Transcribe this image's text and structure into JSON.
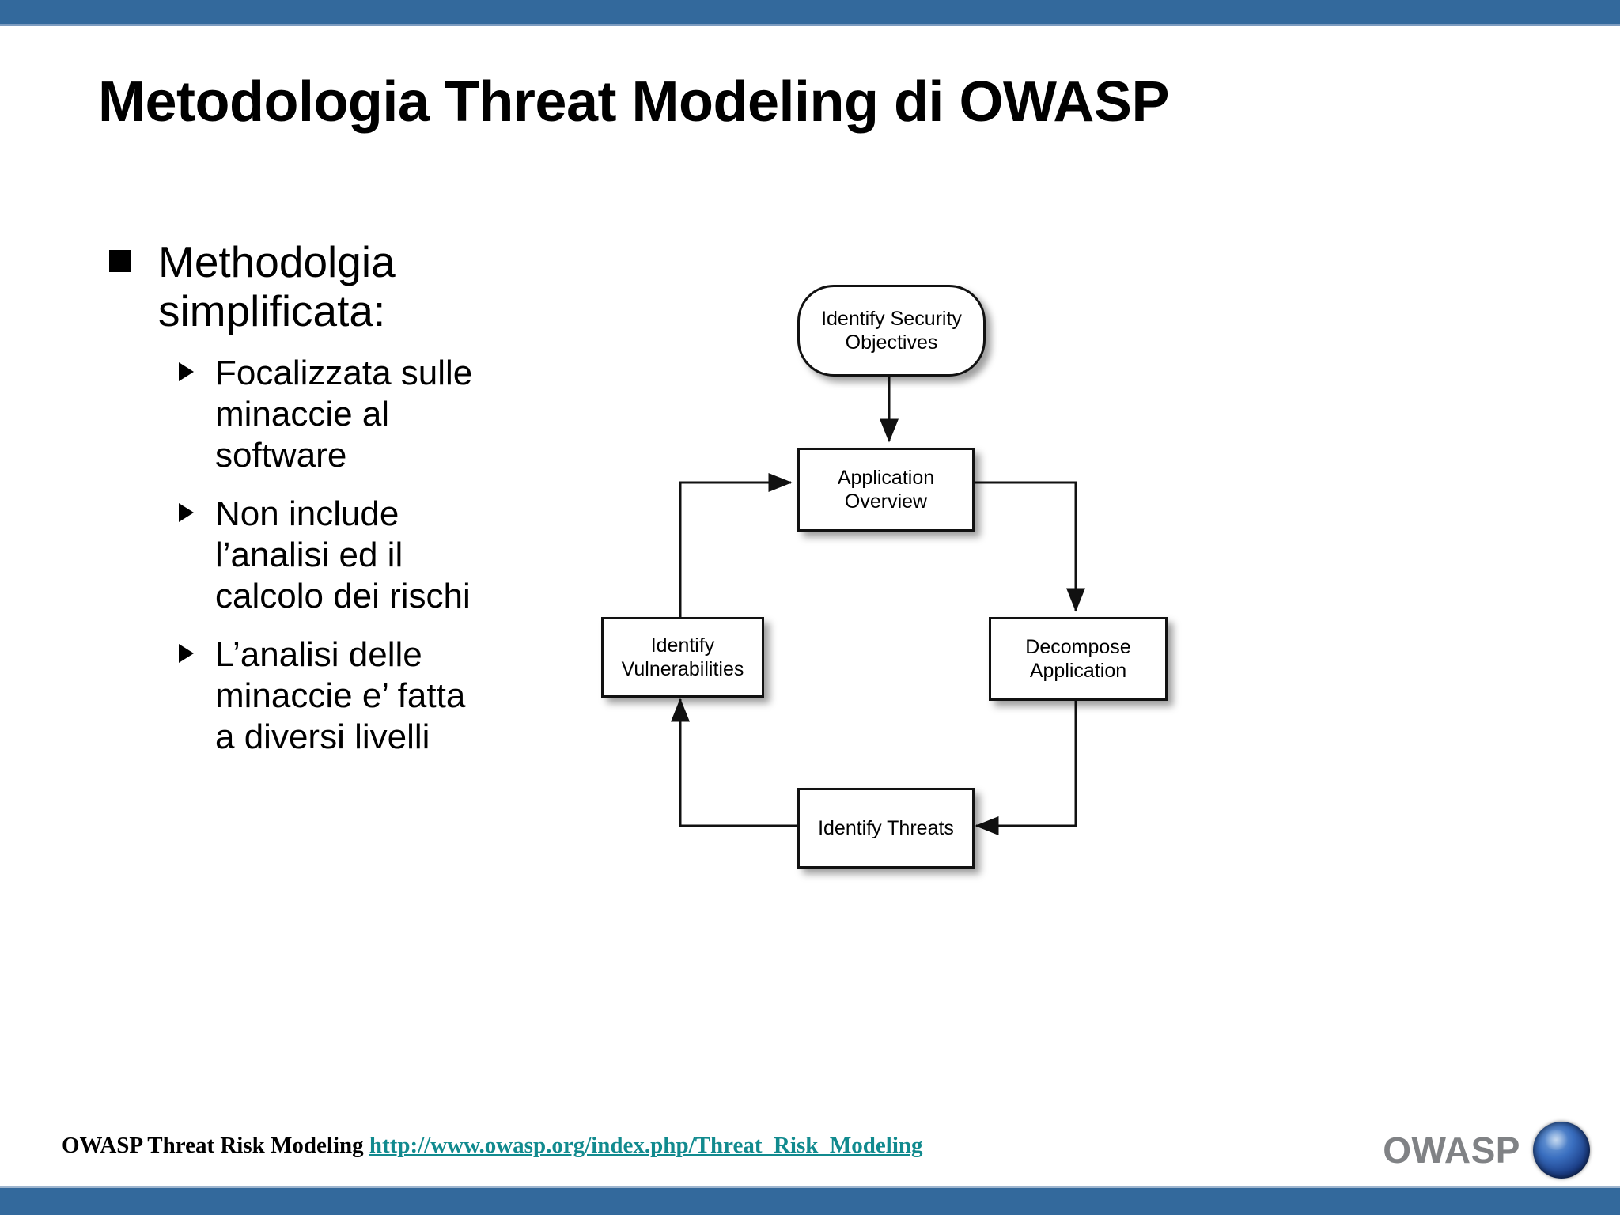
{
  "slide": {
    "title": "Metodologia Threat Modeling di OWASP",
    "accent_color": "#33699c",
    "link_color": "#118a8e"
  },
  "body": {
    "bullets": [
      {
        "text": "Methodolgia simplificata:",
        "marker": "square-bullet",
        "children": [
          {
            "text": "Focalizzata sulle minaccie al software",
            "marker": "triangle-bullet"
          },
          {
            "text": "Non include l’analisi ed il calcolo dei rischi",
            "marker": "triangle-bullet"
          },
          {
            "text": "L’analisi delle minaccie e’ fatta a diversi livelli",
            "marker": "triangle-bullet"
          }
        ]
      }
    ]
  },
  "diagram": {
    "type": "flowchart-cycle",
    "nodes": [
      {
        "id": "objectives",
        "label": "Identify Security Objectives",
        "shape": "rounded-rect"
      },
      {
        "id": "overview",
        "label": "Application Overview",
        "shape": "rect"
      },
      {
        "id": "decompose",
        "label": "Decompose Application",
        "shape": "rect"
      },
      {
        "id": "threats",
        "label": "Identify Threats",
        "shape": "rect"
      },
      {
        "id": "vulns",
        "label": "Identify Vulnerabilities",
        "shape": "rect"
      }
    ],
    "edges": [
      {
        "from": "objectives",
        "to": "overview"
      },
      {
        "from": "overview",
        "to": "decompose"
      },
      {
        "from": "decompose",
        "to": "threats"
      },
      {
        "from": "threats",
        "to": "vulns"
      },
      {
        "from": "vulns",
        "to": "overview"
      }
    ]
  },
  "footer": {
    "label": "OWASP Threat Risk Modeling ",
    "link_text": "http://www.owasp.org/index.php/Threat_Risk_Modeling",
    "brand": "OWASP",
    "brand_icon": "owasp-globe-icon"
  }
}
